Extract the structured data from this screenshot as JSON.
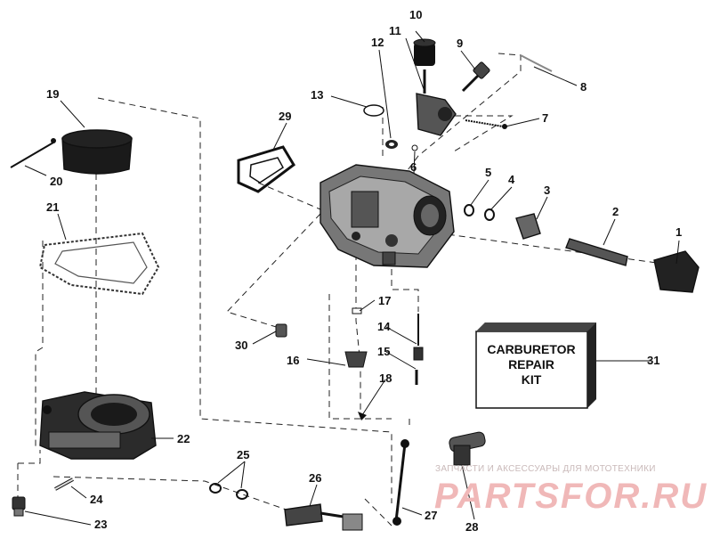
{
  "diagram": {
    "callouts": [
      "1",
      "2",
      "3",
      "4",
      "5",
      "6",
      "7",
      "8",
      "9",
      "10",
      "11",
      "12",
      "13",
      "14",
      "15",
      "16",
      "17",
      "18",
      "19",
      "20",
      "21",
      "22",
      "23",
      "24",
      "25",
      "26",
      "27",
      "28",
      "29",
      "30",
      "31"
    ],
    "kit": {
      "line1": "CARBURETOR",
      "line2": "REPAIR",
      "line3": "KIT"
    }
  },
  "watermark": {
    "caption": "ЗАПЧАСТИ И АКСЕССУАРЫ ДЛЯ МОТОТЕХНИКИ",
    "brand": "PARTSFOR.RU"
  }
}
